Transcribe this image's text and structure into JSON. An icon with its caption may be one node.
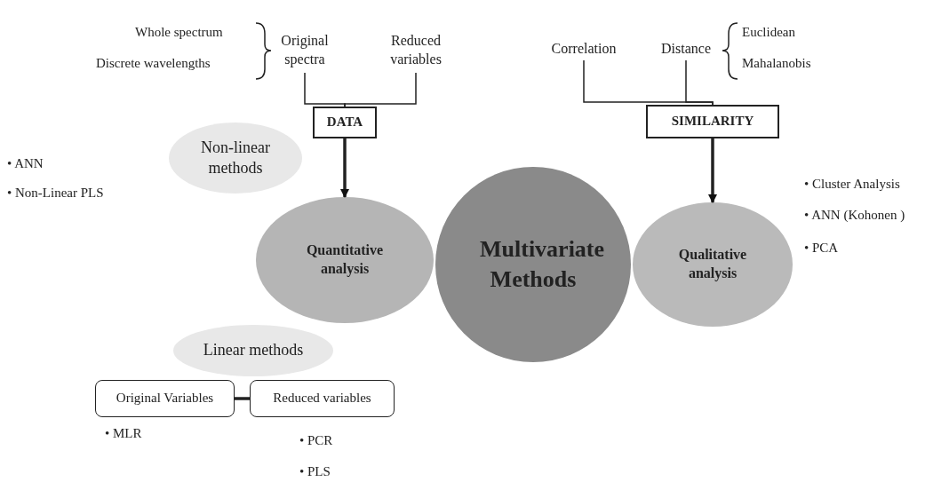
{
  "diagram": {
    "nodes": [
      {
        "text": [
          "Original spectra"
        ]
      },
      {
        "text": [
          "Reduced variables"
        ]
      },
      {
        "text": [
          "DATA"
        ]
      },
      {
        "text": [
          "Correlation"
        ]
      },
      {
        "text": [
          "Distance"
        ]
      },
      {
        "text": [
          "SIMILARITY"
        ]
      },
      {
        "text": [
          "Non-linear methods"
        ]
      },
      {
        "text": [
          "Quantitative analysis"
        ]
      },
      {
        "text": [
          "Multivariate Methods"
        ]
      },
      {
        "text": [
          "Qualitative analysis"
        ]
      },
      {
        "text": [
          "Linear methods"
        ]
      },
      {
        "text": [
          "Original Variables"
        ]
      },
      {
        "text": [
          "Reduced variables"
        ]
      }
    ],
    "edges": [
      {
        "from": 0,
        "to": 2,
        "arrow": "none"
      },
      {
        "from": 1,
        "to": 2,
        "arrow": "none"
      },
      {
        "from": 2,
        "to": 7,
        "arrow": "to",
        "style": "thick"
      },
      {
        "from": 3,
        "to": 5,
        "arrow": "none"
      },
      {
        "from": 4,
        "to": 5,
        "arrow": "none"
      },
      {
        "from": 5,
        "to": 9,
        "arrow": "to",
        "style": "thick"
      },
      {
        "from": 11,
        "to": 12,
        "arrow": "none",
        "style": "thick"
      }
    ],
    "labels": [
      "Whole spectrum",
      "Discrete wavelengths",
      "Euclidean",
      "Mahalanobis",
      "• ANN",
      "• Non-Linear PLS",
      "• Cluster Analysis",
      "• ANN (Kohonen )",
      "• PCA",
      "• MLR",
      "• PCR",
      "• PLS"
    ]
  }
}
